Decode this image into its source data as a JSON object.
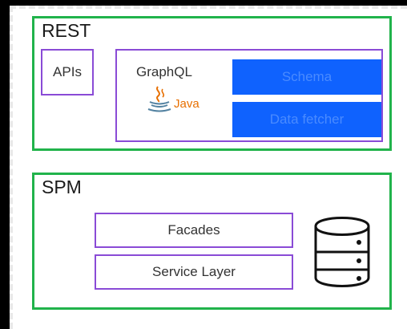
{
  "rest": {
    "title": "REST",
    "apis_label": "APIs",
    "graphql": {
      "label": "GraphQL",
      "java_logo_text": "Java",
      "schema_label": "Schema",
      "data_fetcher_label": "Data fetcher"
    }
  },
  "spm": {
    "title": "SPM",
    "facades_label": "Facades",
    "service_layer_label": "Service Layer",
    "database_icon": "database-icon"
  },
  "colors": {
    "group_border": "#21b34b",
    "box_border": "#8a4bd6",
    "accent_blue": "#0f62fe"
  }
}
